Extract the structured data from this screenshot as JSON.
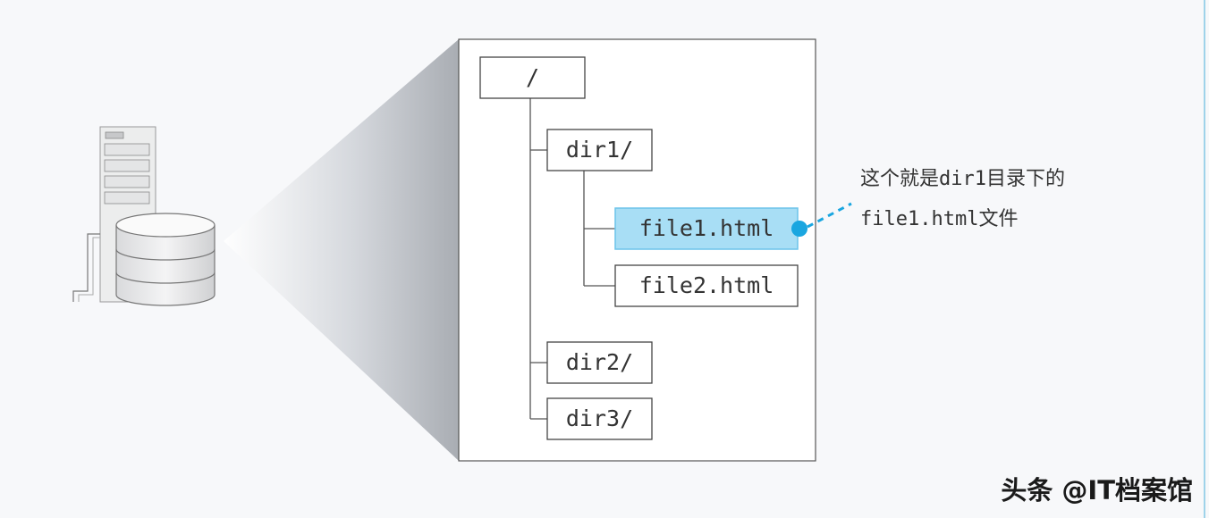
{
  "tree": {
    "root": "/",
    "dir1": "dir1/",
    "file1": "file1.html",
    "file2": "file2.html",
    "dir2": "dir2/",
    "dir3": "dir3/"
  },
  "callout": {
    "line1": "这个就是dir1目录下的",
    "line2": "file1.html文件"
  },
  "watermark": "头条 @IT档案馆",
  "colors": {
    "highlight_fill": "#a8def5",
    "highlight_stroke": "#6cc4ea",
    "marker": "#1aa6e0",
    "connector": "#555555"
  }
}
